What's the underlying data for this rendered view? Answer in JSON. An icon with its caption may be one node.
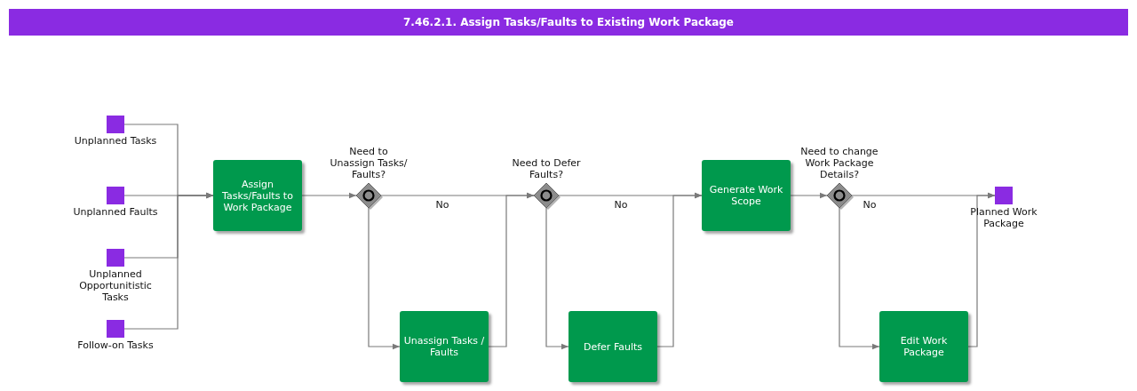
{
  "diagram": {
    "title": "7.46.2.1. Assign Tasks/Faults to Existing Work Package",
    "nodes": [
      {
        "text": [
          "Unplanned Tasks"
        ]
      },
      {
        "text": [
          "Unplanned Faults"
        ]
      },
      {
        "text": [
          "Unplanned Opportunitistic Tasks"
        ]
      },
      {
        "text": [
          "Follow-on Tasks"
        ]
      },
      {
        "text": [
          "Assign Tasks/Faults to Work Package"
        ]
      },
      {
        "text": [
          "Need to Unassign Tasks/ Faults?"
        ]
      },
      {
        "text": [
          "Unassign Tasks / Faults"
        ]
      },
      {
        "text": [
          "Need to Defer Faults?"
        ]
      },
      {
        "text": [
          "Defer Faults"
        ]
      },
      {
        "text": [
          "Generate Work Scope"
        ]
      },
      {
        "text": [
          "Need to change Work Package Details?"
        ]
      },
      {
        "text": [
          "Edit Work Package"
        ]
      },
      {
        "text": [
          "Planned Work Package"
        ]
      }
    ],
    "edges": [
      {
        "from": 0,
        "to": 4,
        "arrow": "to"
      },
      {
        "from": 1,
        "to": 4,
        "arrow": "to"
      },
      {
        "from": 2,
        "to": 4,
        "arrow": "to"
      },
      {
        "from": 3,
        "to": 4,
        "arrow": "to"
      },
      {
        "from": 4,
        "to": 5,
        "arrow": "to"
      },
      {
        "from": 5,
        "to": 7,
        "arrow": "to",
        "label": "No"
      },
      {
        "from": 5,
        "to": 6,
        "arrow": "to"
      },
      {
        "from": 6,
        "to": 7,
        "arrow": "to"
      },
      {
        "from": 7,
        "to": 9,
        "arrow": "to",
        "label": "No"
      },
      {
        "from": 7,
        "to": 8,
        "arrow": "to"
      },
      {
        "from": 8,
        "to": 9,
        "arrow": "to"
      },
      {
        "from": 9,
        "to": 10,
        "arrow": "to"
      },
      {
        "from": 10,
        "to": 12,
        "arrow": "to",
        "label": "No"
      },
      {
        "from": 10,
        "to": 11,
        "arrow": "to"
      },
      {
        "from": 11,
        "to": 12,
        "arrow": "to"
      }
    ]
  }
}
